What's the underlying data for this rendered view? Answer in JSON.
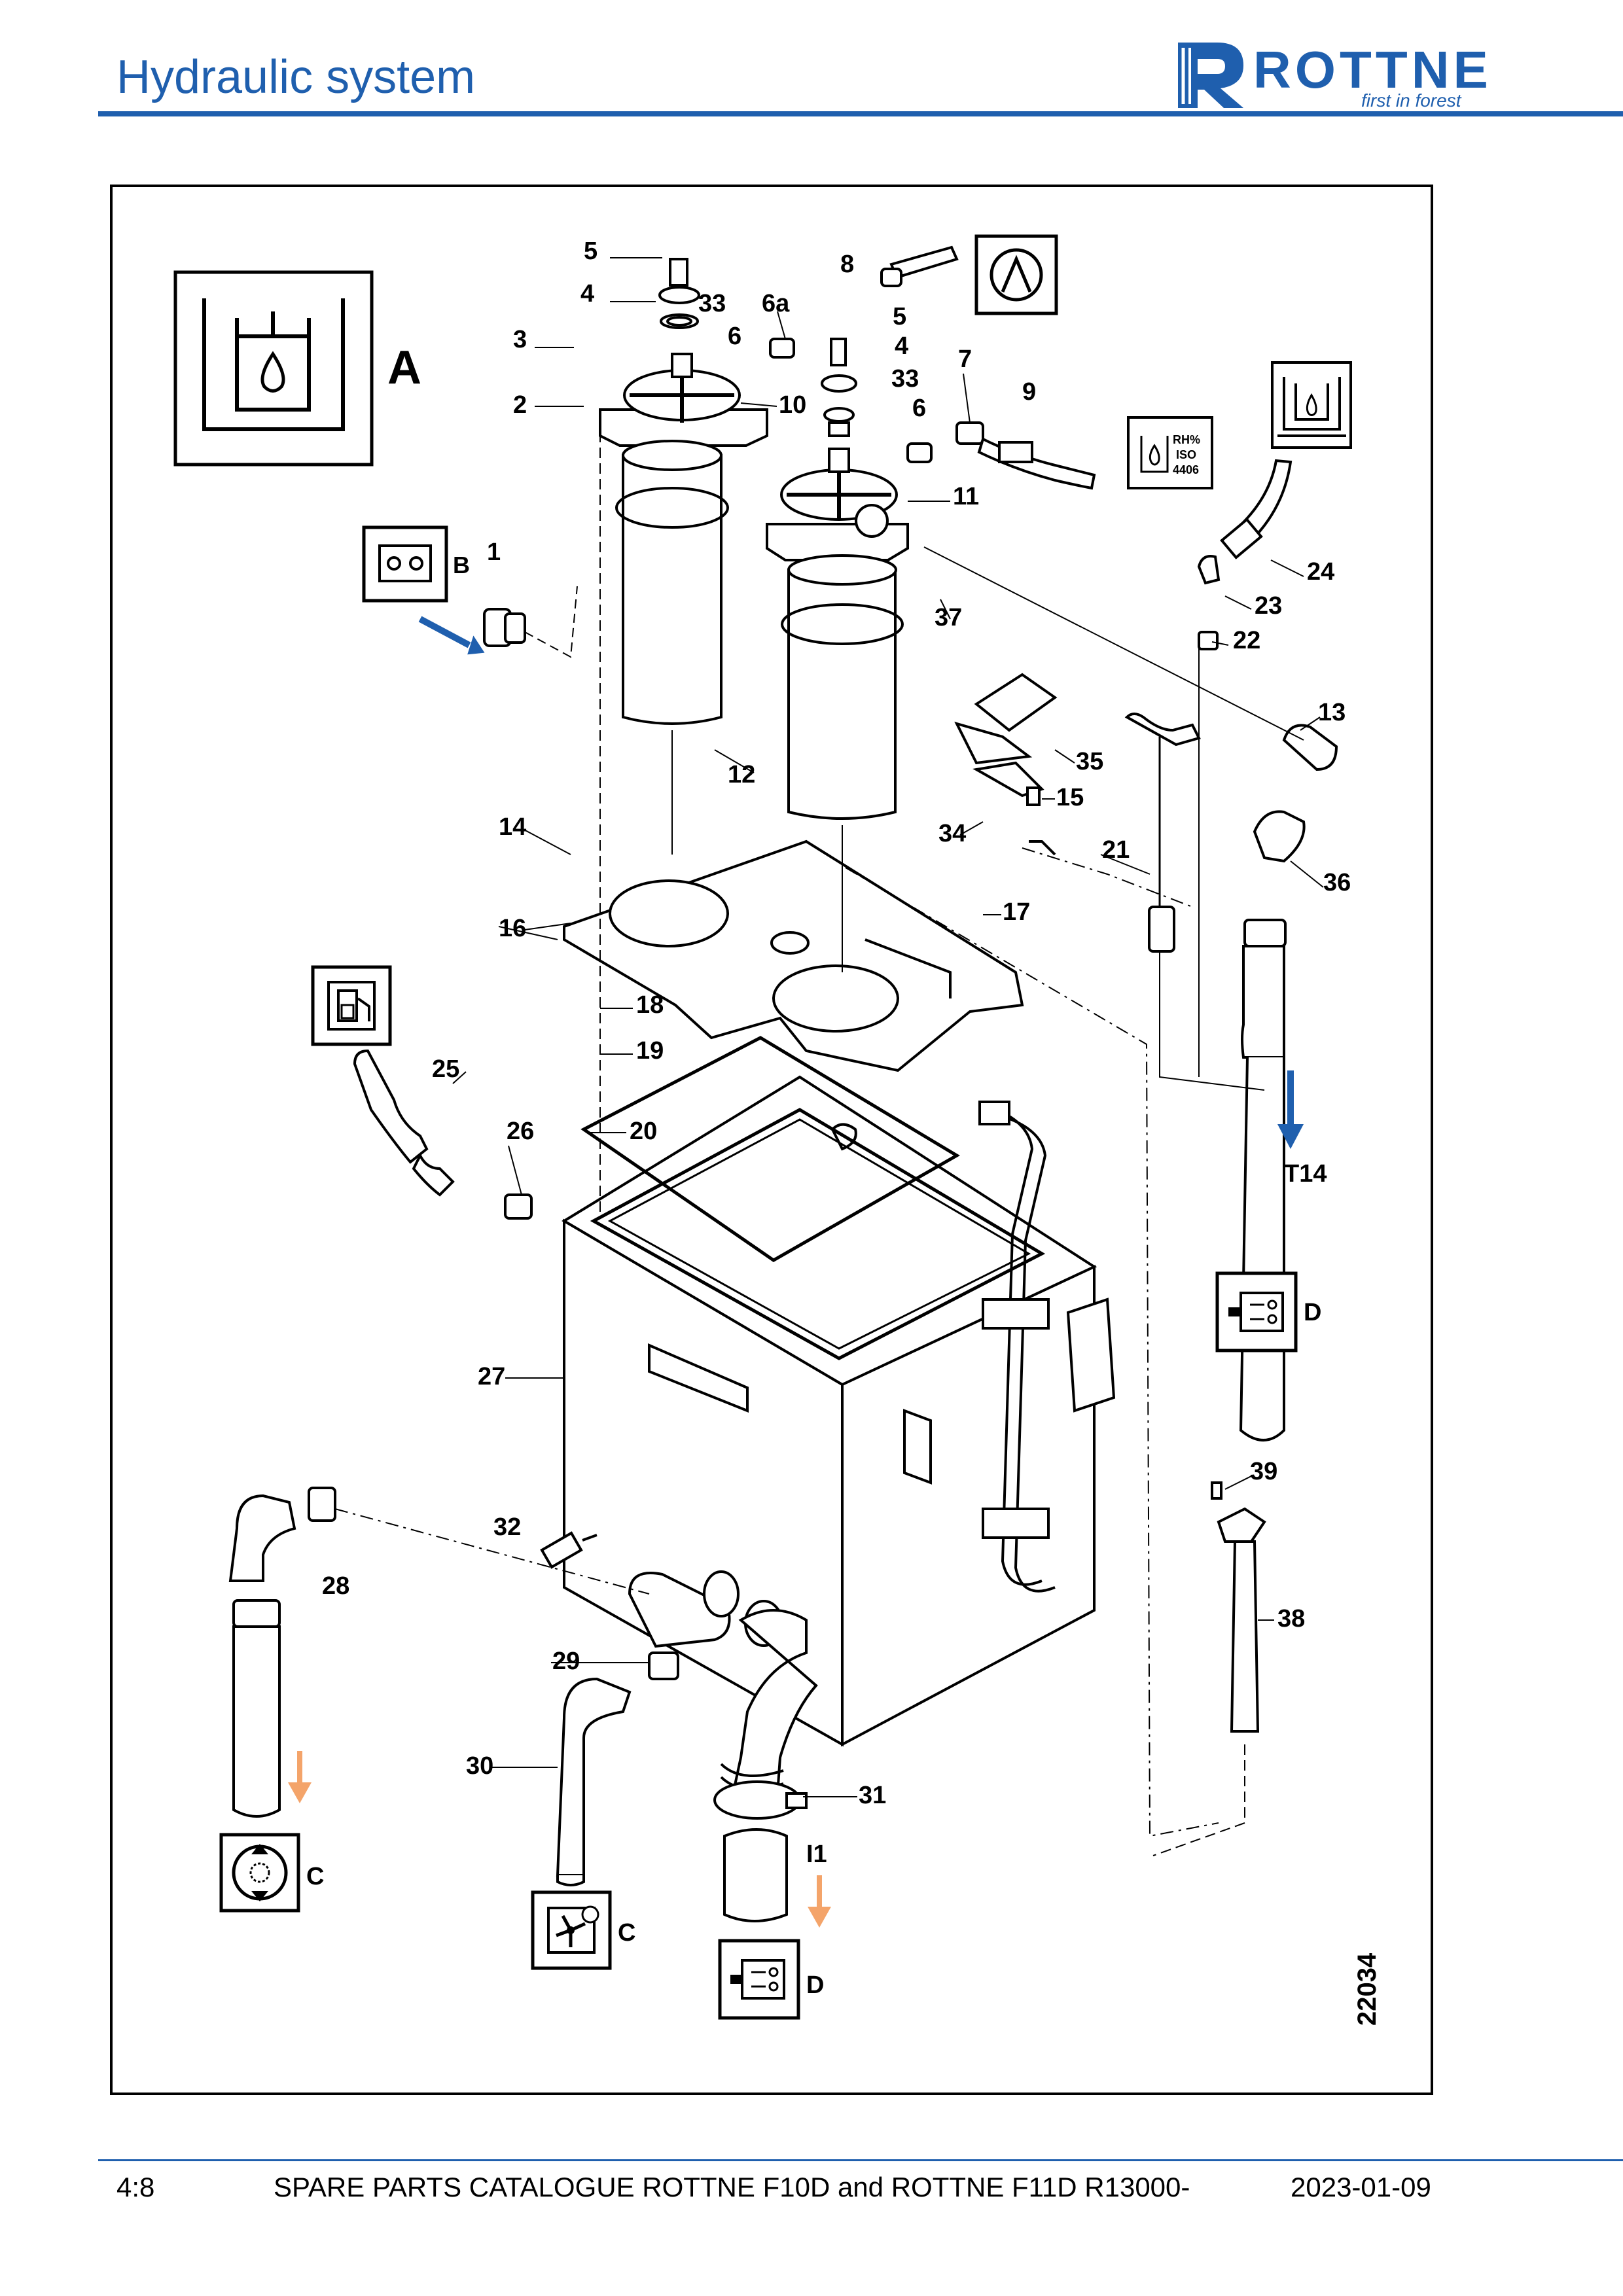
{
  "header": {
    "title": "Hydraulic system",
    "logo_word": "ROTTNE",
    "logo_tagline": "first in forest",
    "brand_color": "#1f5fae"
  },
  "diagram": {
    "drawing_number": "22034",
    "panel_labels": [
      "A",
      "B",
      "C",
      "C",
      "D",
      "D"
    ],
    "flow_labels": [
      "T14",
      "I1"
    ],
    "icons": [
      "reservoir-icon",
      "connector-icon",
      "pump-dial-icon",
      "fan-icon",
      "valve-block-icon",
      "fuel-icon",
      "rh-iso-icon"
    ],
    "rh_label_lines": [
      "RH%",
      "ISO",
      "4406"
    ],
    "part_numbers": [
      "1",
      "2",
      "3",
      "4",
      "4",
      "5",
      "5",
      "6",
      "6",
      "6a",
      "7",
      "8",
      "9",
      "10",
      "11",
      "12",
      "13",
      "14",
      "15",
      "16",
      "17",
      "18",
      "19",
      "20",
      "21",
      "22",
      "23",
      "24",
      "25",
      "26",
      "27",
      "28",
      "29",
      "30",
      "31",
      "32",
      "33",
      "33",
      "34",
      "35",
      "36",
      "37",
      "38",
      "39"
    ],
    "arrow_colors": {
      "flow_in": "#1f5fae",
      "flow_out": "#f4a46a"
    }
  },
  "footer": {
    "page": "4:8",
    "catalogue": "SPARE PARTS CATALOGUE ROTTNE F10D and ROTTNE F11D R13000-",
    "date": "2023-01-09"
  }
}
